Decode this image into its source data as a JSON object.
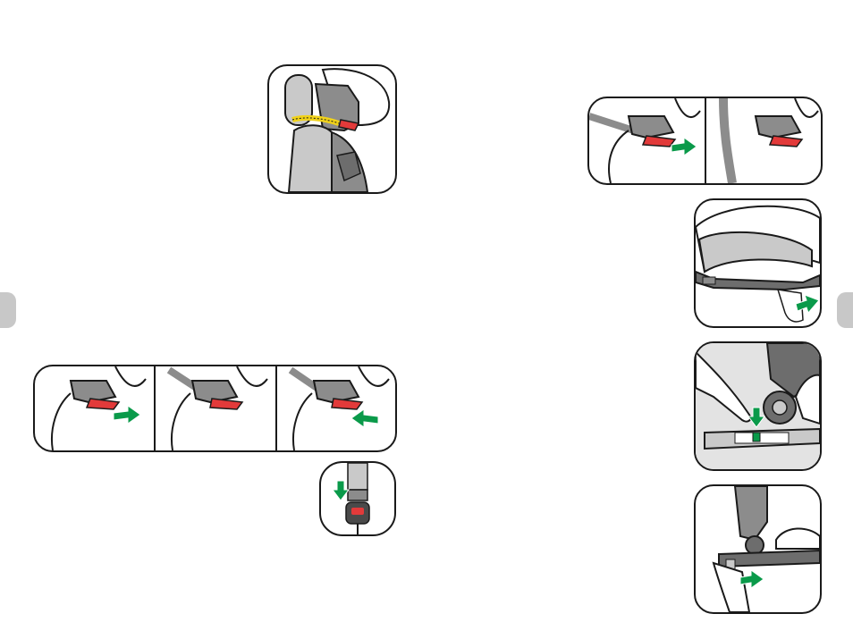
{
  "page": {
    "left_page": {
      "figures": [
        {
          "name": "headrest-belt-guide-figure"
        },
        {
          "name": "isofix-connector-sequence-figure",
          "frames": 3
        },
        {
          "name": "buckle-insertion-figure"
        }
      ]
    },
    "right_page": {
      "figures": [
        {
          "name": "isofix-release-sequence-figure",
          "frames": 2
        },
        {
          "name": "seat-base-handle-figure"
        },
        {
          "name": "base-lock-press-figure"
        },
        {
          "name": "base-slide-out-figure"
        }
      ]
    }
  },
  "colors": {
    "accent_green": "#0a9a4a",
    "connector_red": "#e23a3a",
    "belt_yellow": "#f0d21a",
    "seat_gray": "#c9c9c9",
    "dark_gray": "#6d6d6d",
    "side_tab": "#c8c8c8"
  },
  "icons": [
    "arrow-right-icon",
    "arrow-down-icon"
  ]
}
